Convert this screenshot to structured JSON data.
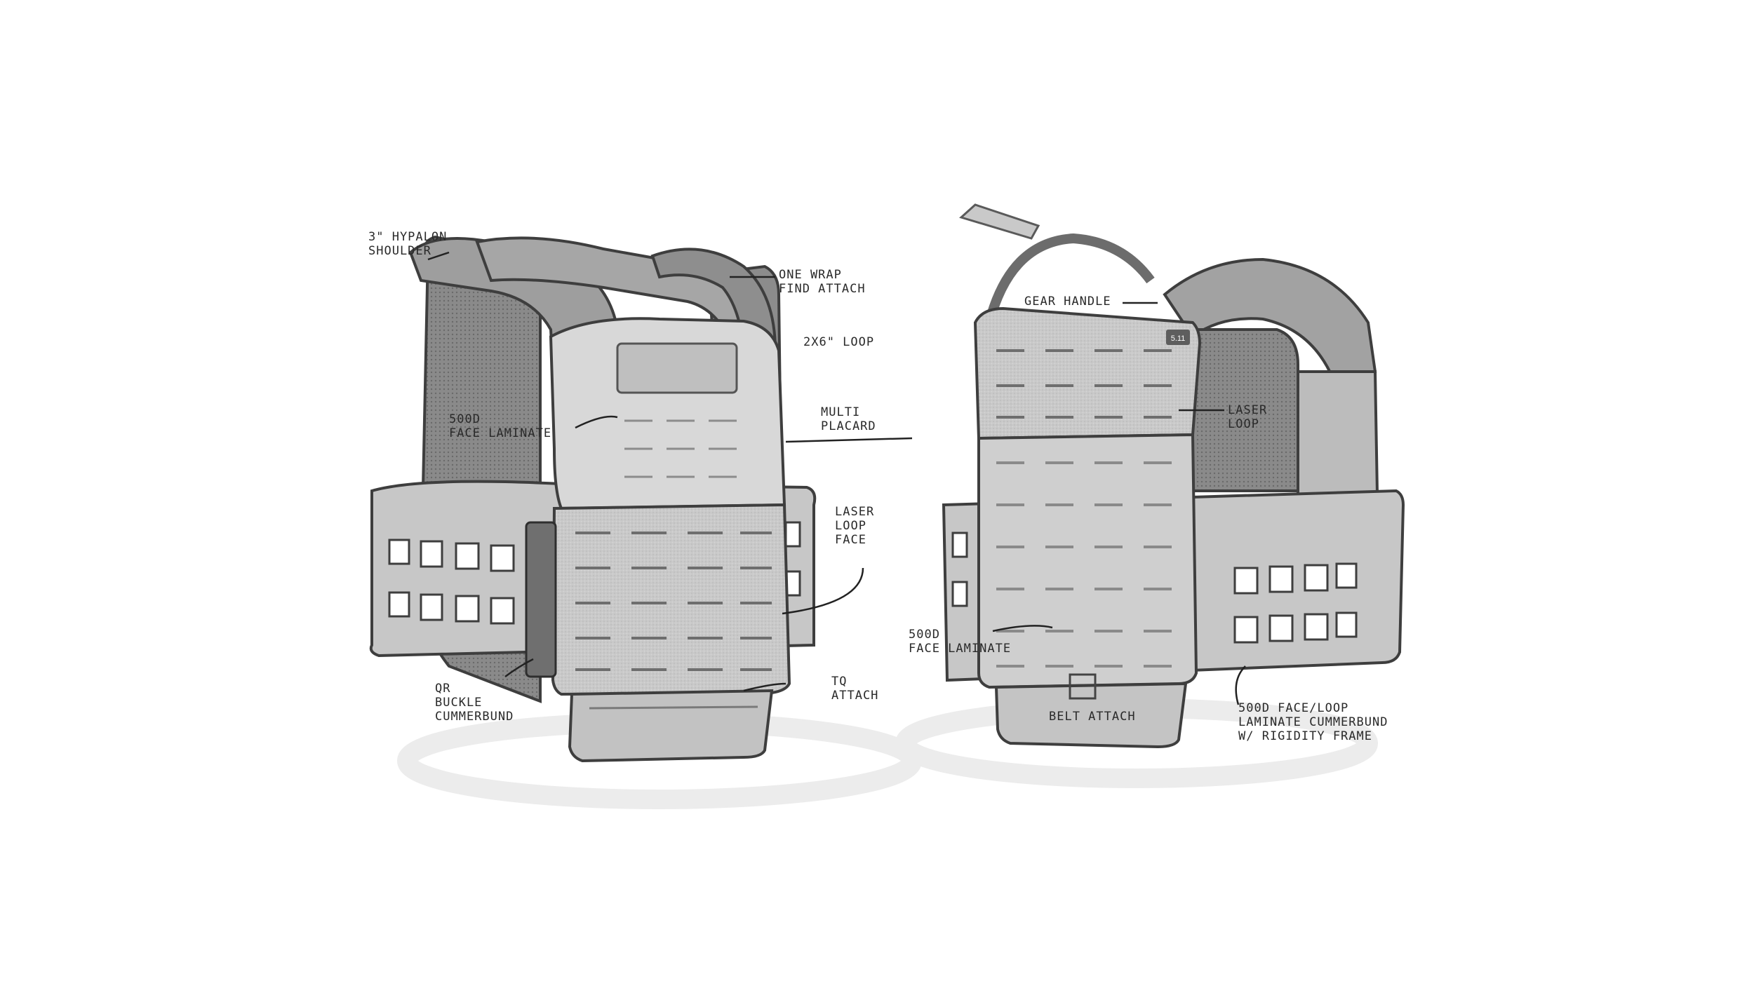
{
  "colors": {
    "strap": "#9a9a9a",
    "strap_edge": "#4a4a4a",
    "panel": "#d9d9d9",
    "panel_dark": "#8f8f8f",
    "mesh": "#7d7d7d",
    "belt": "#bdbdbd",
    "line": "#333333",
    "shadow": "#eeeeee"
  },
  "front_view": {
    "labels": {
      "shoulder": [
        "3\" HYPALON",
        "SHOULDER"
      ],
      "one_wrap": [
        "ONE WRAP",
        "FIND ATTACH"
      ],
      "loop_2x6": [
        "2X6\" LOOP"
      ],
      "laminate": [
        "500D",
        "FACE LAMINATE"
      ],
      "placard": [
        "MULTI",
        "PLACARD"
      ],
      "laser_face": [
        "LASER",
        "LOOP",
        "FACE"
      ],
      "qr_buckle": [
        "QR",
        "BUCKLE",
        "CUMMERBUND"
      ],
      "tq_attach": [
        "TQ",
        "ATTACH"
      ]
    }
  },
  "back_view": {
    "labels": {
      "gear_handle": [
        "GEAR HANDLE"
      ],
      "laser_loop": [
        "LASER",
        "LOOP"
      ],
      "laminate": [
        "500D",
        "FACE LAMINATE"
      ],
      "belt_attach": [
        "BELT ATTACH"
      ],
      "cummerbund": [
        "500D FACE/LOOP",
        "LAMINATE CUMMERBUND",
        "W/ RIGIDITY FRAME"
      ]
    },
    "logo_text": "5.11"
  }
}
